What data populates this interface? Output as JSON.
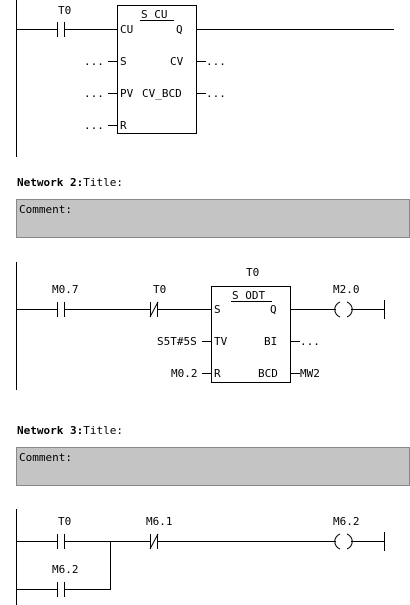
{
  "network1": {
    "contact_t0": "T0",
    "block": "S_CU",
    "pins": {
      "cu": "CU",
      "s": "S",
      "pv": "PV",
      "r": "R",
      "q": "Q",
      "cv": "CV",
      "cv_bcd": "CV_BCD"
    },
    "ellipsis": "..."
  },
  "network2": {
    "label": "Network 2",
    "sep": ":",
    "title": "Title:",
    "comment": "Comment:",
    "contact_m07": "M0.7",
    "contact_t0": "T0",
    "timer_name": "T0",
    "block": "S_ODT",
    "pins": {
      "s": "S",
      "tv": "TV",
      "r": "R",
      "q": "Q",
      "bi": "BI",
      "bcd": "BCD"
    },
    "tv_value": "S5T#5S",
    "r_value": "M0.2",
    "bcd_value": "MW2",
    "ellipsis": "...",
    "coil": "M2.0"
  },
  "network3": {
    "label": "Network 3",
    "sep": ":",
    "title": "Title:",
    "comment": "Comment:",
    "contact_t0": "T0",
    "contact_m61": "M6.1",
    "contact_m62": "M6.2",
    "coil": "M6.2"
  }
}
